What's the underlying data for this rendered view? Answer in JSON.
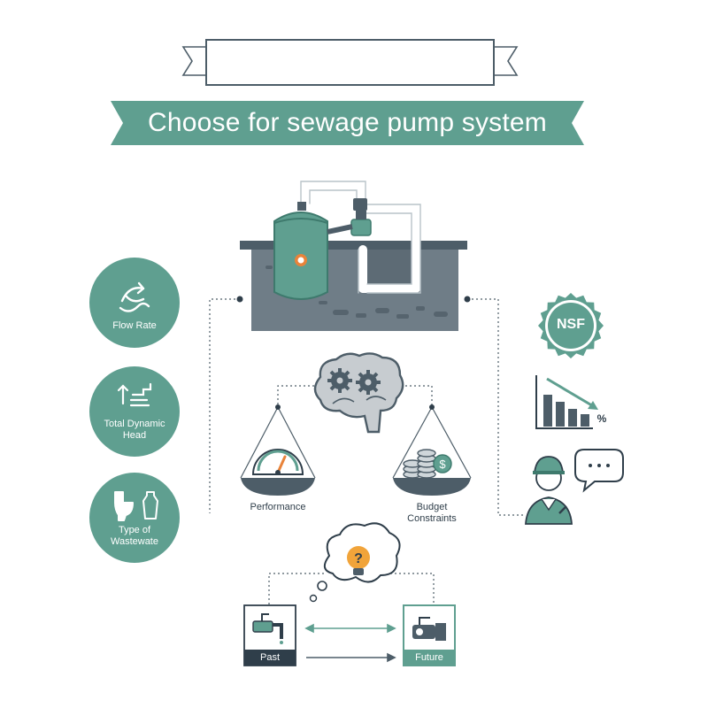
{
  "header": {
    "blank_banner": "",
    "title": "Choose for sewage pump system"
  },
  "factors": {
    "flow_rate": "Flow Rate",
    "tdh_line1": "Total Dynamic",
    "tdh_line2": "Head",
    "wastewater_line1": "Type of",
    "wastewater_line2": "Wastewate"
  },
  "balance": {
    "left": "Performance",
    "right_line1": "Budget",
    "right_line2": "Constraints"
  },
  "certification": {
    "badge": "NSF",
    "chart_symbol": "%"
  },
  "timeline": {
    "past": "Past",
    "future": "Future"
  },
  "colors": {
    "teal": "#5f9f90",
    "teal_dark": "#3e7a6d",
    "slate": "#4d5d68",
    "ground": "#6f7d87",
    "ink": "#2f3e4a",
    "orange": "#e8833a"
  }
}
